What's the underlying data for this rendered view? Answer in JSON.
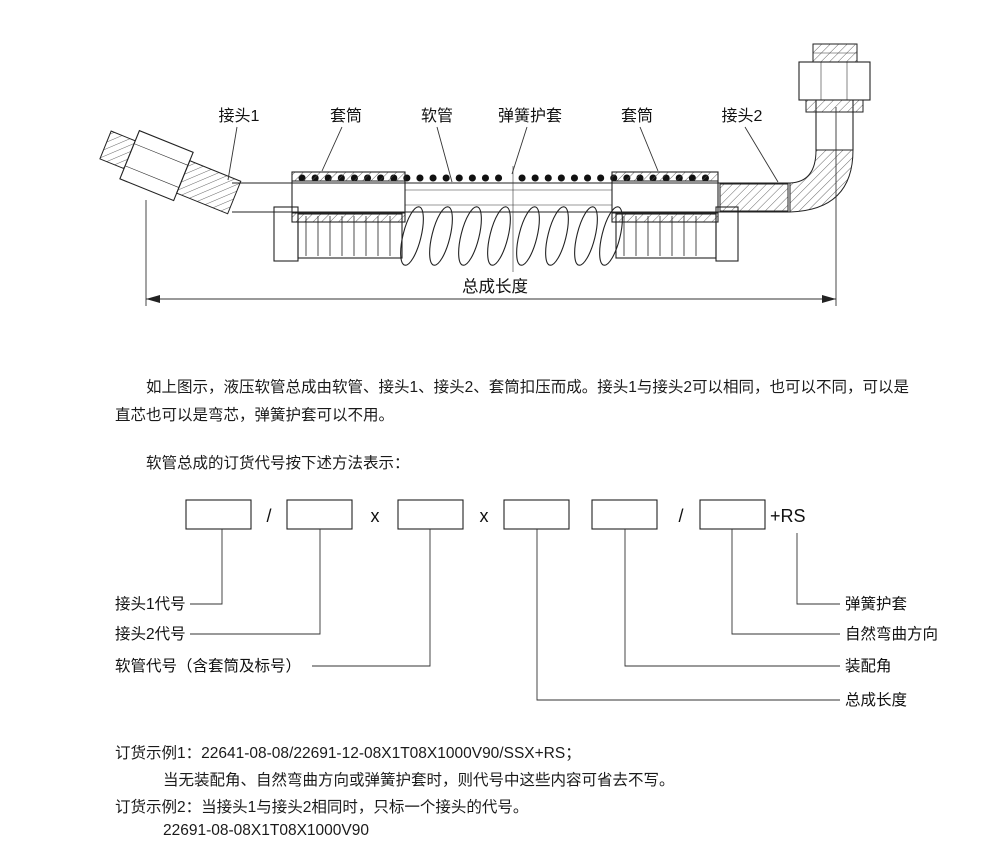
{
  "drawing": {
    "part_labels": {
      "connector1": "接头1",
      "sleeve_left": "套筒",
      "hose": "软管",
      "spring_sheath": "弹簧护套",
      "sleeve_right": "套筒",
      "connector2": "接头2"
    },
    "dimension_label": "总成长度"
  },
  "description": {
    "paragraph": "如上图示，液压软管总成由软管、接头1、接头2、套筒扣压而成。接头1与接头2可以相同，也可以不同，可以是直芯也可以是弯芯，弹簧护套可以不用。",
    "intro": "软管总成的订货代号按下述方法表示："
  },
  "order_code": {
    "separator1": "/",
    "separator2": "x",
    "separator3": "x",
    "separator4": "/",
    "suffix": "+RS",
    "labels": {
      "connector1_code": "接头1代号",
      "connector2_code": "接头2代号",
      "hose_code": "软管代号（含套筒及标号）",
      "assembly_length": "总成长度",
      "assembly_angle": "装配角",
      "bend_direction": "自然弯曲方向",
      "spring_sheath": "弹簧护套"
    }
  },
  "examples": {
    "line1": "订货示例1：22641-08-08/22691-12-08X1T08X1000V90/SSX+RS；",
    "line2": "当无装配角、自然弯曲方向或弹簧护套时，则代号中这些内容可省去不写。",
    "line3": "订货示例2：当接头1与接头2相同时，只标一个接头的代号。",
    "line4": "22691-08-08X1T08X1000V90"
  }
}
